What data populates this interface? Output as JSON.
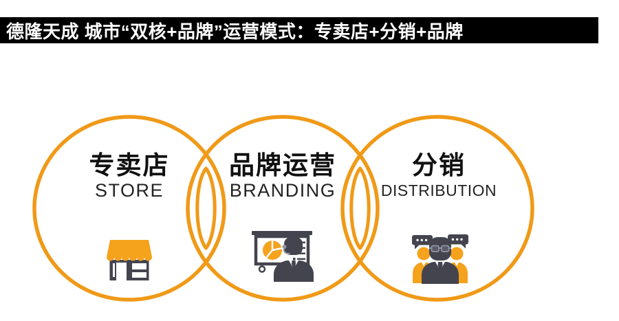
{
  "header": {
    "title": "德隆天成 城市“双核+品牌”运营模式：专卖店+分销+品牌",
    "background": "#000000",
    "text_color": "#FFFFFF"
  },
  "colors": {
    "ring_orange": "#F09A18",
    "icon_orange": "#F5A21D",
    "icon_dark": "#43444E",
    "title_text": "#101010",
    "subtitle_text": "#232323",
    "page_background": "#FFFFFF"
  },
  "circles": [
    {
      "title_zh": "专卖店",
      "title_en": "STORE",
      "icon": "storefront-icon"
    },
    {
      "title_zh": "品牌运营",
      "title_en": "BRANDING",
      "icon": "presentation-speaker-icon"
    },
    {
      "title_zh": "分销",
      "title_en": "DISTRIBUTION",
      "icon": "people-group-icon"
    }
  ]
}
